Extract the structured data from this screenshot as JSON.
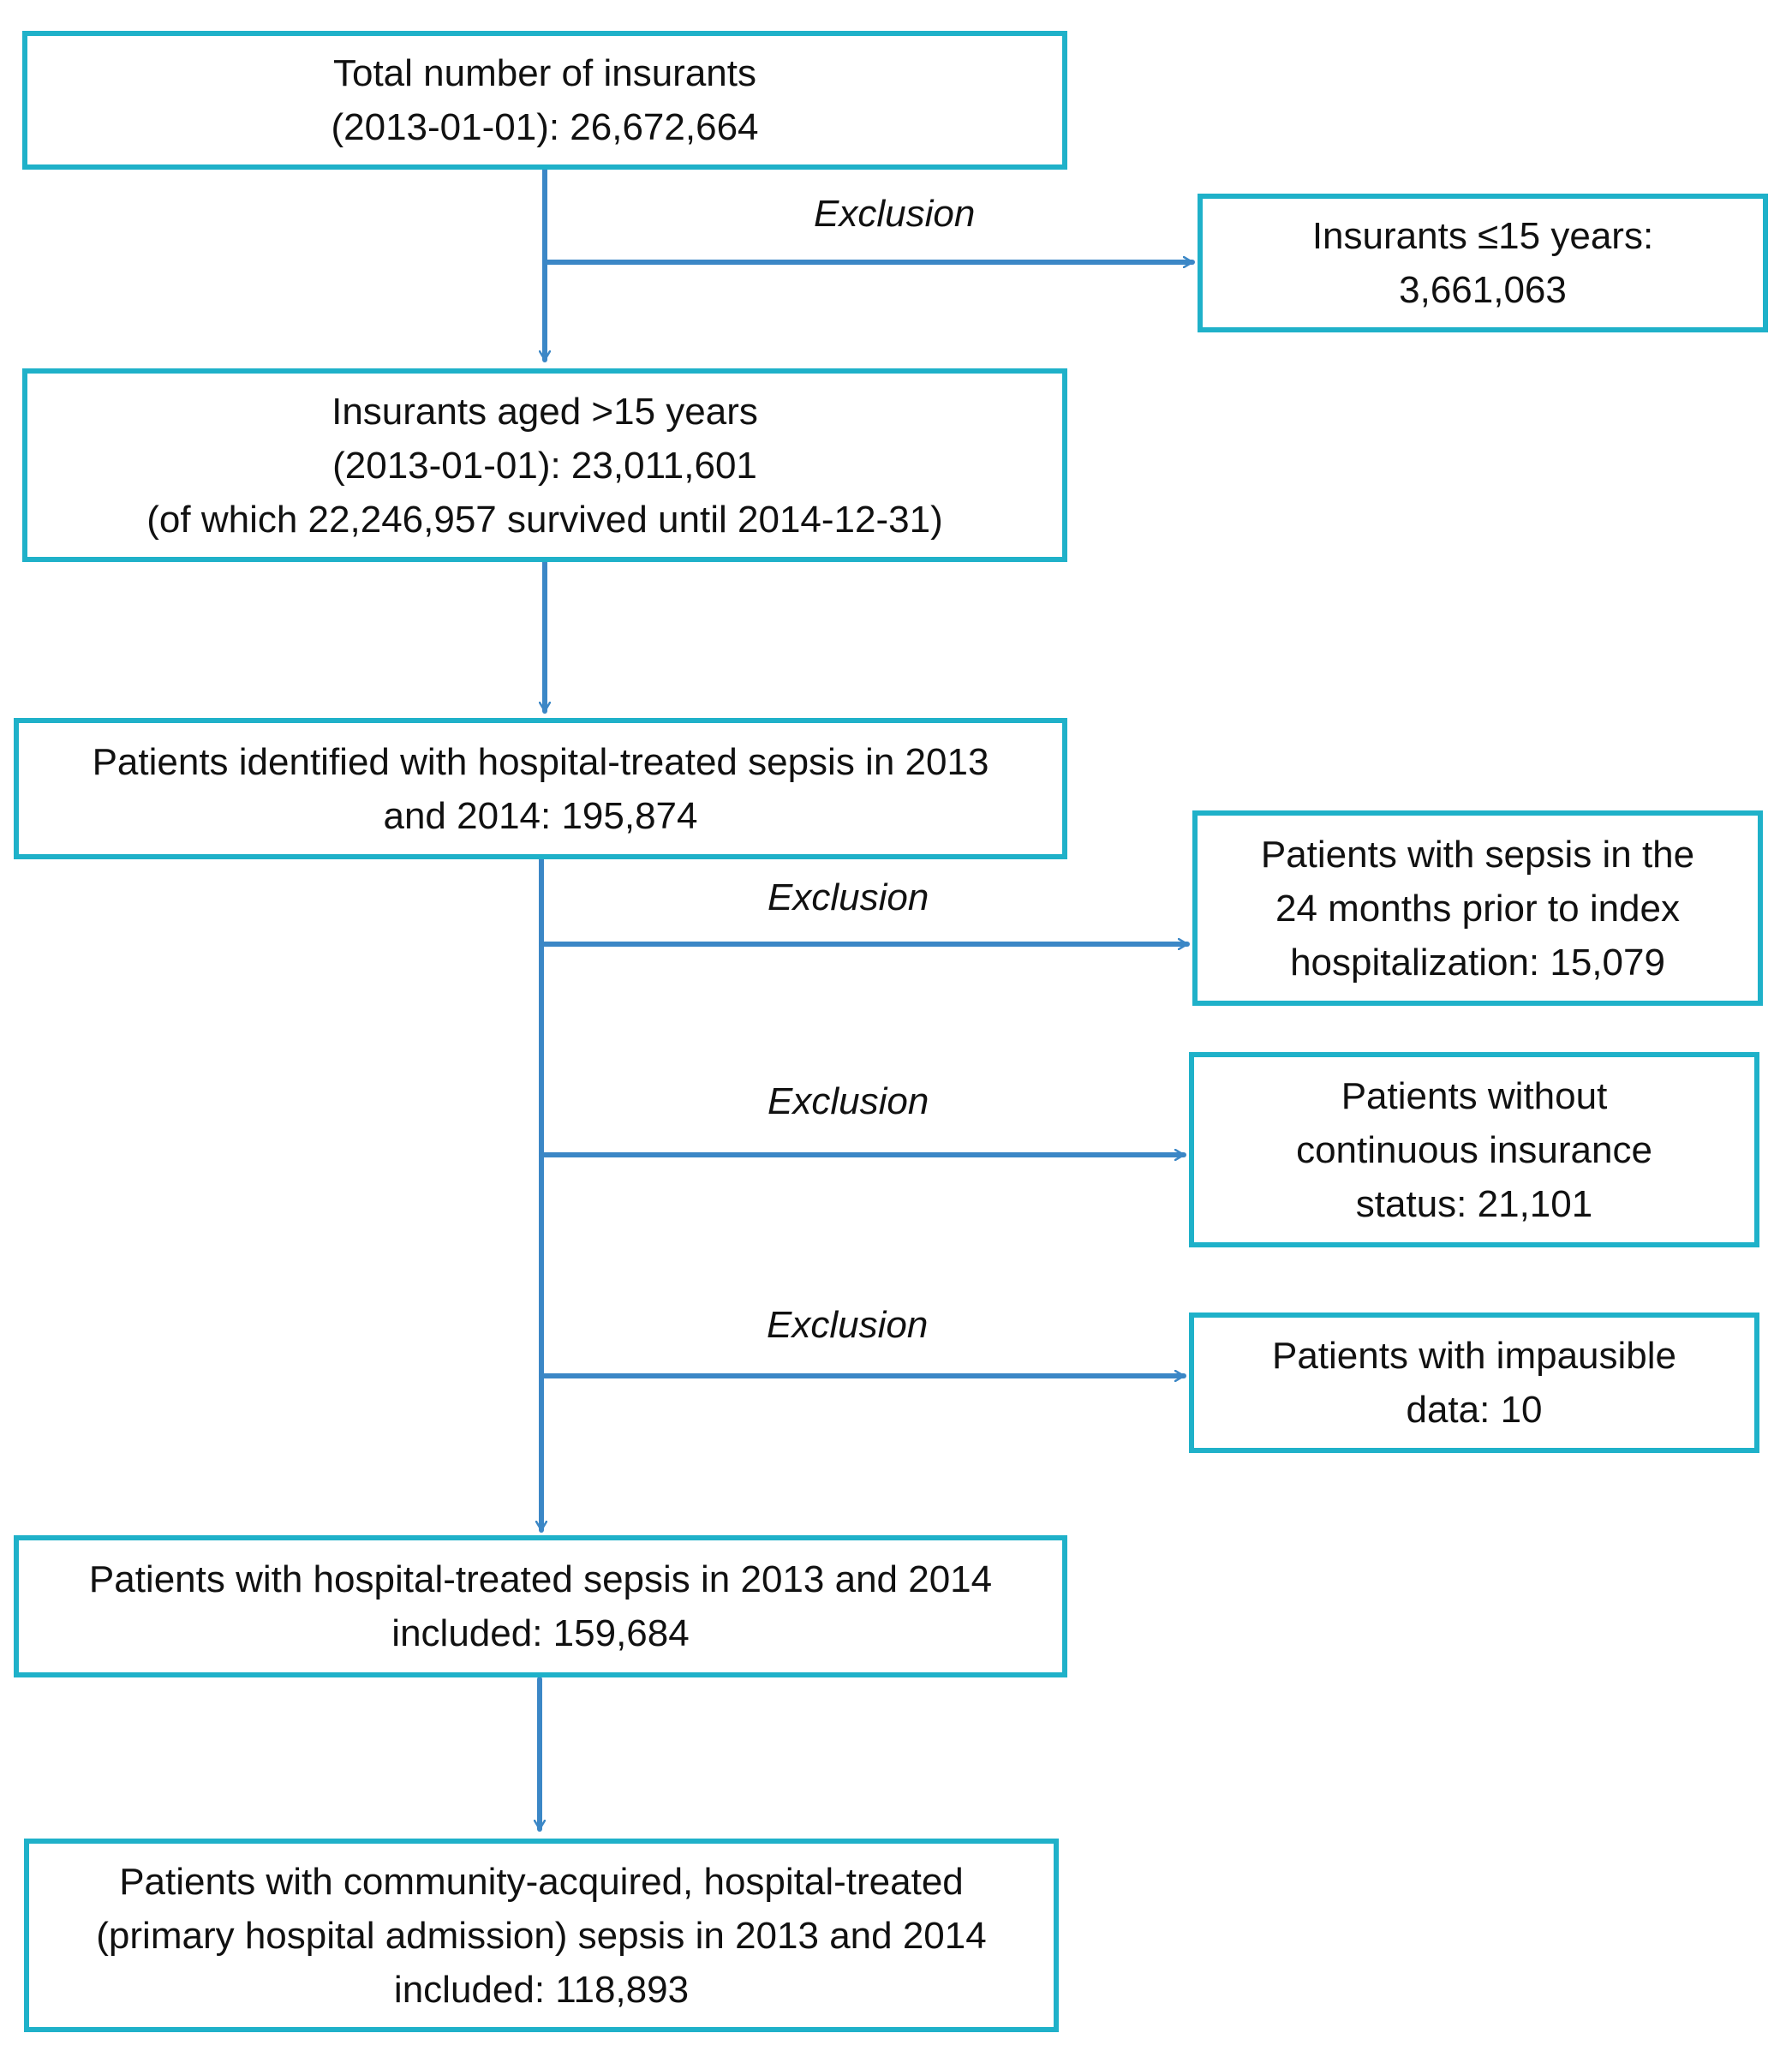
{
  "boxes": {
    "total": {
      "lines": [
        "Total number of insurants",
        "(2013-01-01): 26,672,664"
      ]
    },
    "under15": {
      "lines": [
        "Insurants ≤15 years:",
        "3,661,063"
      ]
    },
    "over15": {
      "lines": [
        "Insurants aged >15 years",
        "(2013-01-01):  23,011,601",
        "(of which 22,246,957 survived until 2014-12-31)"
      ]
    },
    "identified": {
      "lines": [
        "Patients identified with hospital-treated sepsis in 2013",
        "and 2014: 195,874"
      ]
    },
    "prior_sepsis": {
      "lines": [
        "Patients with sepsis in the",
        "24 months prior to index",
        "hospitalization: 15,079"
      ]
    },
    "no_insurance": {
      "lines": [
        "Patients without",
        "continuous insurance",
        "status: 21,101"
      ]
    },
    "implausible": {
      "lines": [
        "Patients with impausible",
        "data: 10"
      ]
    },
    "included": {
      "lines": [
        "Patients with hospital-treated sepsis in 2013 and 2014",
        "included: 159,684"
      ]
    },
    "community": {
      "lines": [
        "Patients with community-acquired, hospital-treated",
        "(primary hospital admission) sepsis in 2013 and 2014",
        "included: 118,893"
      ]
    }
  },
  "exclusion_label": "Exclusion",
  "colors": {
    "box_border": "#1fb1c9",
    "arrow": "#3b87c6",
    "text": "#111111"
  }
}
